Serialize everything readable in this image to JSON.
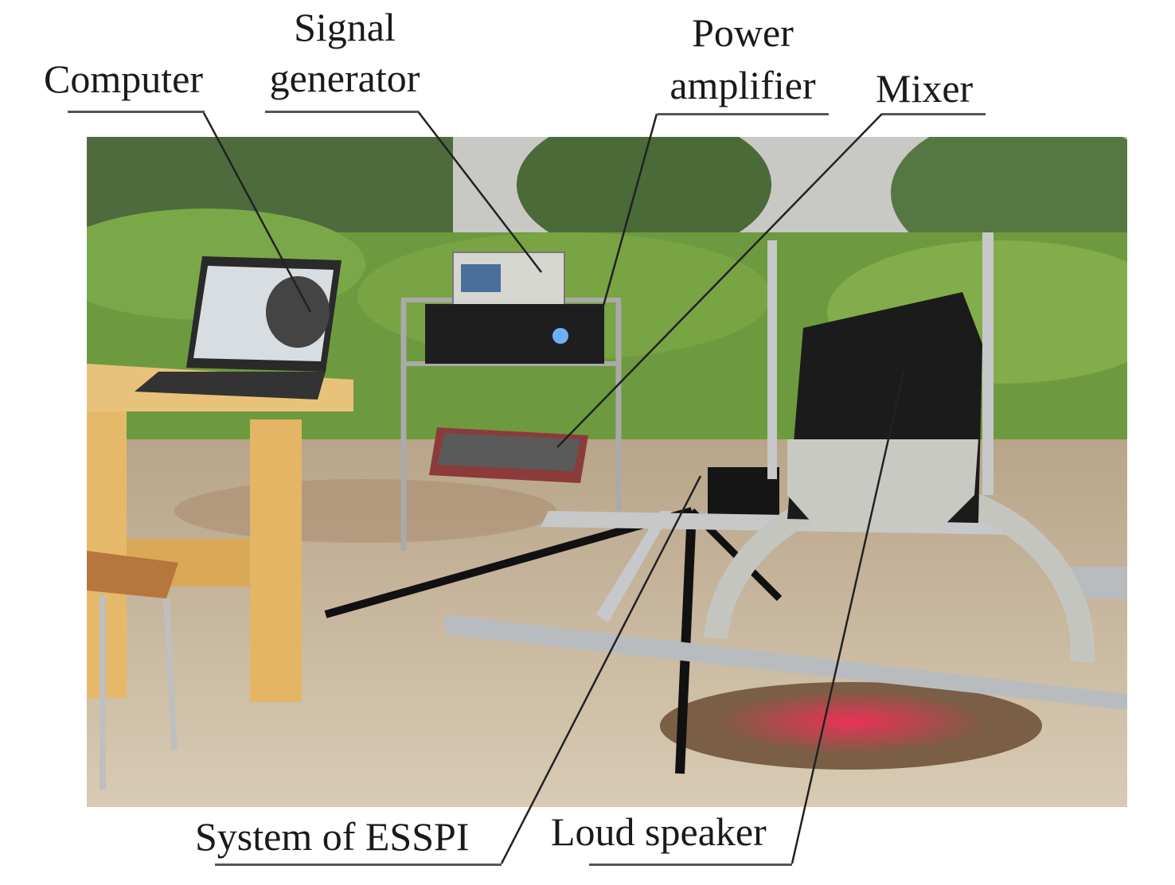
{
  "labels": {
    "computer": "Computer",
    "signal_generator_line1": "Signal",
    "signal_generator_line2": "generator",
    "power_amplifier_line1": "Power",
    "power_amplifier_line2": "amplifier",
    "mixer": "Mixer",
    "system_of_esspi": "System of ESSPI",
    "loud_speaker": "Loud speaker"
  },
  "colors": {
    "leader": "#222222",
    "underline": "#555555"
  }
}
